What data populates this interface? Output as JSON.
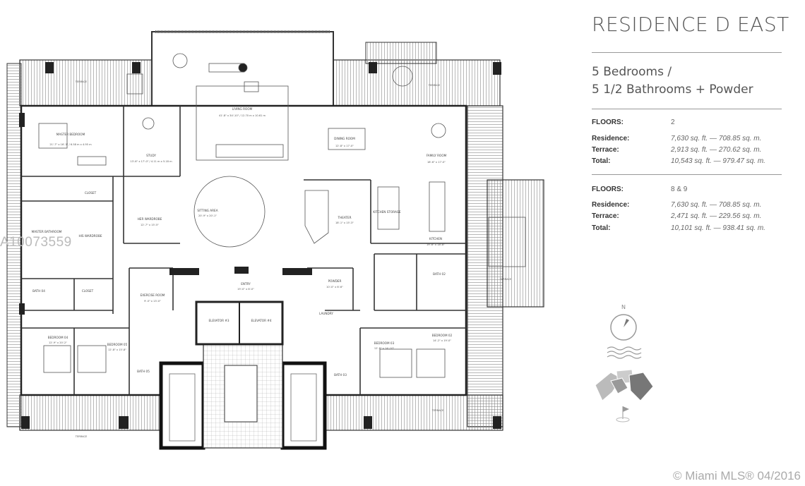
{
  "header": {
    "title": "RESIDENCE D EAST",
    "subtitle_line1": "5 Bedrooms /",
    "subtitle_line2": "5 1/2 Bathrooms + Powder"
  },
  "floors_a": {
    "floors_label": "FLOORS:",
    "floors_value": "2",
    "residence_label": "Residence:",
    "residence_value": "7,630 sq. ft. — 708.85 sq. m.",
    "terrace_label": "Terrace:",
    "terrace_value": "2,913 sq. ft. — 270.62 sq. m.",
    "total_label": "Total:",
    "total_value": "10,543 sq. ft. — 979.47 sq. m."
  },
  "floors_b": {
    "floors_label": "FLOORS:",
    "floors_value": "8 & 9",
    "residence_label": "Residence:",
    "residence_value": "7,630 sq. ft. — 708.85 sq. m.",
    "terrace_label": "Terrace:",
    "terrace_value": "2,471 sq. ft. — 229.56 sq. m.",
    "total_label": "Total:",
    "total_value": "10,101 sq. ft. — 938.41 sq. m."
  },
  "compass": {
    "north_label": "N"
  },
  "watermark": "A10073559",
  "footer": {
    "mls": "© Miami MLS® 04/2016"
  },
  "rooms": {
    "terrace_nw": "TERRACE",
    "terrace_ne": "TERRACE",
    "terrace_e": "TERRACE",
    "terrace_sw": "TERRACE",
    "terrace_se": "TERRACE",
    "master_bedroom": "MASTER BEDROOM",
    "master_bedroom_dim": "21'-7\" x 16'-3\" / 6.58 m x 4.95 m",
    "study": "STUDY",
    "study_dim": "13'-6\" x 17'-0\" / 4.11 m x 5.18 m",
    "living": "LIVING ROOM",
    "living_dim": "41'-8\" x 34'-10\" / 12.70 m x 10.61 m",
    "dining": "DINING ROOM",
    "dining_dim": "12'-8\" x 17'-0\"",
    "family": "FAMILY ROOM",
    "family_dim": "18'-6\" x 17'-0\"",
    "closet": "CLOSET",
    "her_wardrobe": "HER WARDROBE",
    "her_wardrobe_dim": "12'-7\" x 15'-5\"",
    "sitting": "SITTING AREA",
    "sitting_dim": "20'-9\" x 20'-1\"",
    "theater": "THEATER",
    "theater_dim": "18'-1\" x 15'-3\"",
    "kitchen_storage": "KITCHEN STORAGE",
    "kitchen": "KITCHEN",
    "kitchen_dim": "19'-6\" x 18'-8\"",
    "master_bath": "MASTER BATHROOM",
    "his_wardrobe": "HIS WARDROBE",
    "entry": "ENTRY",
    "entry_dim": "19'-0\" x 6'-0\"",
    "powder": "POWDER",
    "powder_dim": "10'-0\" x 6'-6\"",
    "exercise": "EXERCISE ROOM",
    "exercise_dim": "9'-0\" x 13'-0\"",
    "bath4": "BATH 04",
    "closet_small": "CLOSET",
    "laundry": "LAUNDRY",
    "bath2": "BATH 02",
    "elevator_a": "ELEVATOR #3",
    "elevator_b": "ELEVATOR #4",
    "bedroom4": "BEDROOM 04",
    "bedroom4_dim": "12'-9\" x 20'-2\"",
    "bedroom5": "BEDROOM 05",
    "bedroom5_dim": "12'-8\" x 15'-8\"",
    "bath5": "BATH 05",
    "bath3": "BATH 03",
    "bedroom3": "BEDROOM 03",
    "bedroom3_dim": "12'-8\" x 14'-10\"",
    "bedroom2": "BEDROOM 02",
    "bedroom2_dim": "14'-2\" x 19'-0\""
  }
}
